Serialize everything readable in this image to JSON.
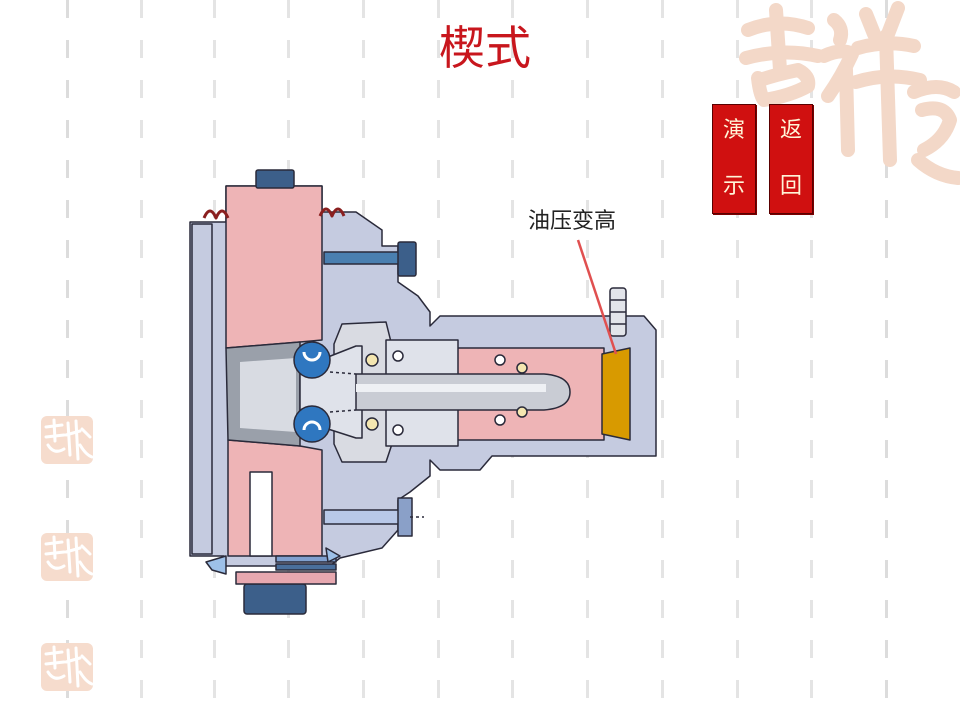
{
  "page": {
    "title": "楔式",
    "callout_label": "油压变高"
  },
  "buttons": {
    "demo": {
      "line1": "演",
      "line2": "示"
    },
    "back": {
      "line1": "返",
      "line2": "回"
    }
  },
  "colors": {
    "title": "#c8161d",
    "button": "#d01010",
    "button_text": "#fff5d8",
    "housing": "#c5cbe0",
    "pink_part": "#eeb4b6",
    "blue_part": "#2f77c0",
    "brass_part": "#d89a00",
    "callout_line": "#e05050",
    "brand_watermark": "#f3d8c8"
  },
  "icons": {
    "brand": "jixiang-calligraphy-logo",
    "seal": "jixiang-seal-stamp"
  }
}
